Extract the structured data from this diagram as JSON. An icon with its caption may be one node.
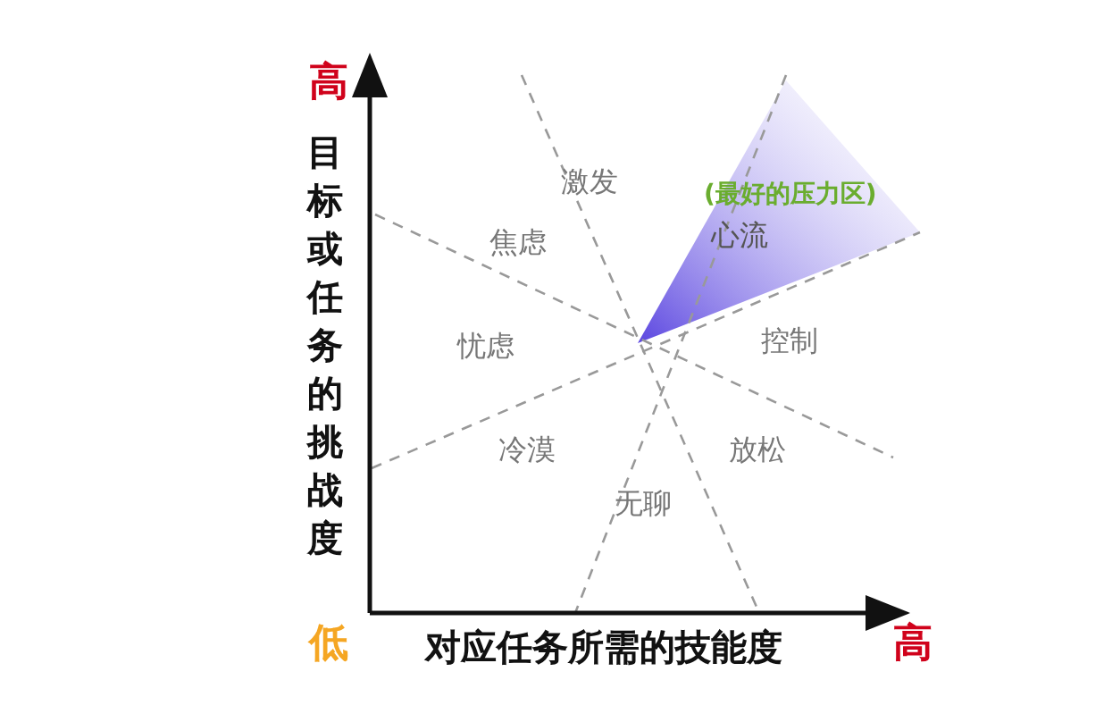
{
  "diagram": {
    "labels": [
      "高",
      "目标或任务的挑战度",
      "激发",
      "(最好的压力区)",
      "焦虑",
      "心流",
      "忧虑",
      "控制",
      "冷漠",
      "放松",
      "无聊",
      "低",
      "对应任务所需的技能度",
      "高"
    ]
  }
}
